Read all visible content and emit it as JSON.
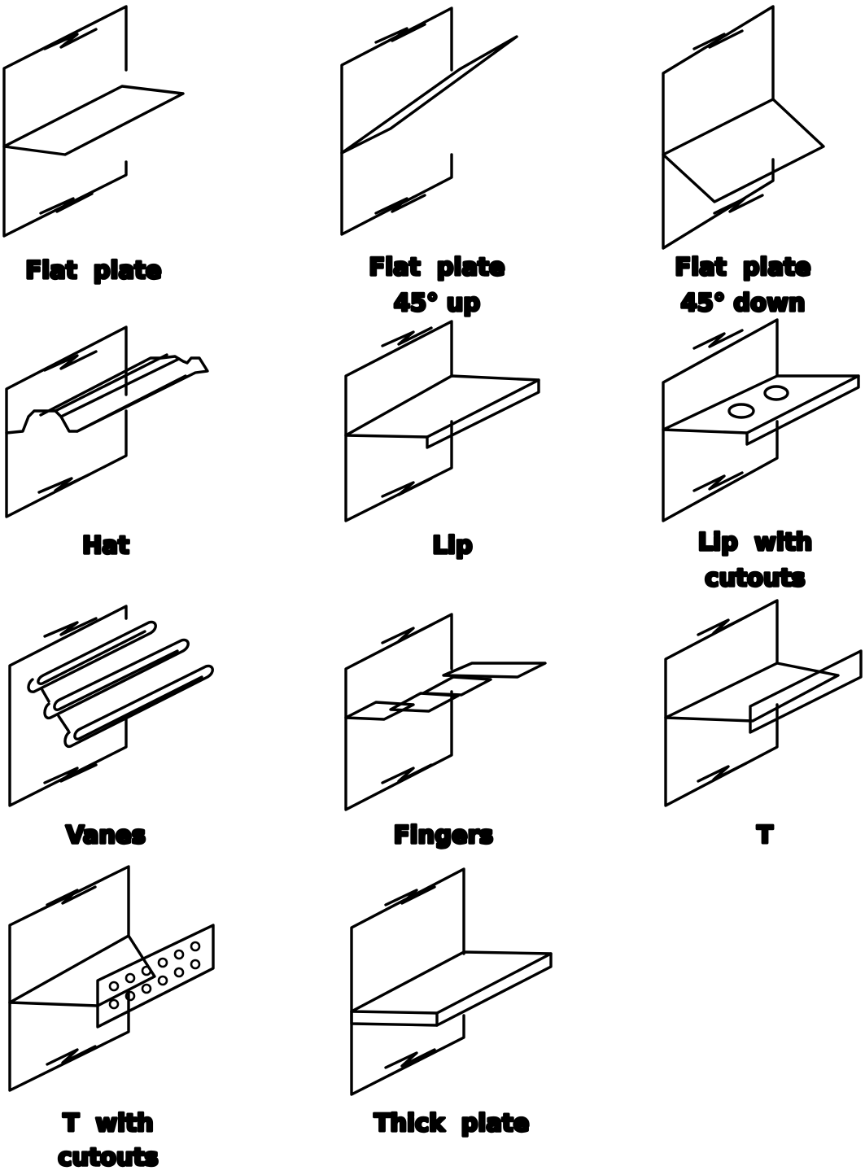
{
  "figure": {
    "items": [
      {
        "id": "flat-plate",
        "lines": [
          "Flat  plate"
        ]
      },
      {
        "id": "flat-plate-45-up",
        "lines": [
          "Flat  plate",
          "45° up"
        ]
      },
      {
        "id": "flat-plate-45-down",
        "lines": [
          "Flat  plate",
          "45° down"
        ]
      },
      {
        "id": "hat",
        "lines": [
          "Hat"
        ]
      },
      {
        "id": "lip",
        "lines": [
          "Lip"
        ]
      },
      {
        "id": "lip-with-cutouts",
        "lines": [
          "Lip  with",
          "cutouts"
        ]
      },
      {
        "id": "vanes",
        "lines": [
          "Vanes"
        ]
      },
      {
        "id": "fingers",
        "lines": [
          "Fingers"
        ]
      },
      {
        "id": "t",
        "lines": [
          "T"
        ]
      },
      {
        "id": "t-with-cutouts",
        "lines": [
          "T  with",
          "cutouts"
        ]
      },
      {
        "id": "thick-plate",
        "lines": [
          "Thick  plate"
        ]
      }
    ]
  }
}
